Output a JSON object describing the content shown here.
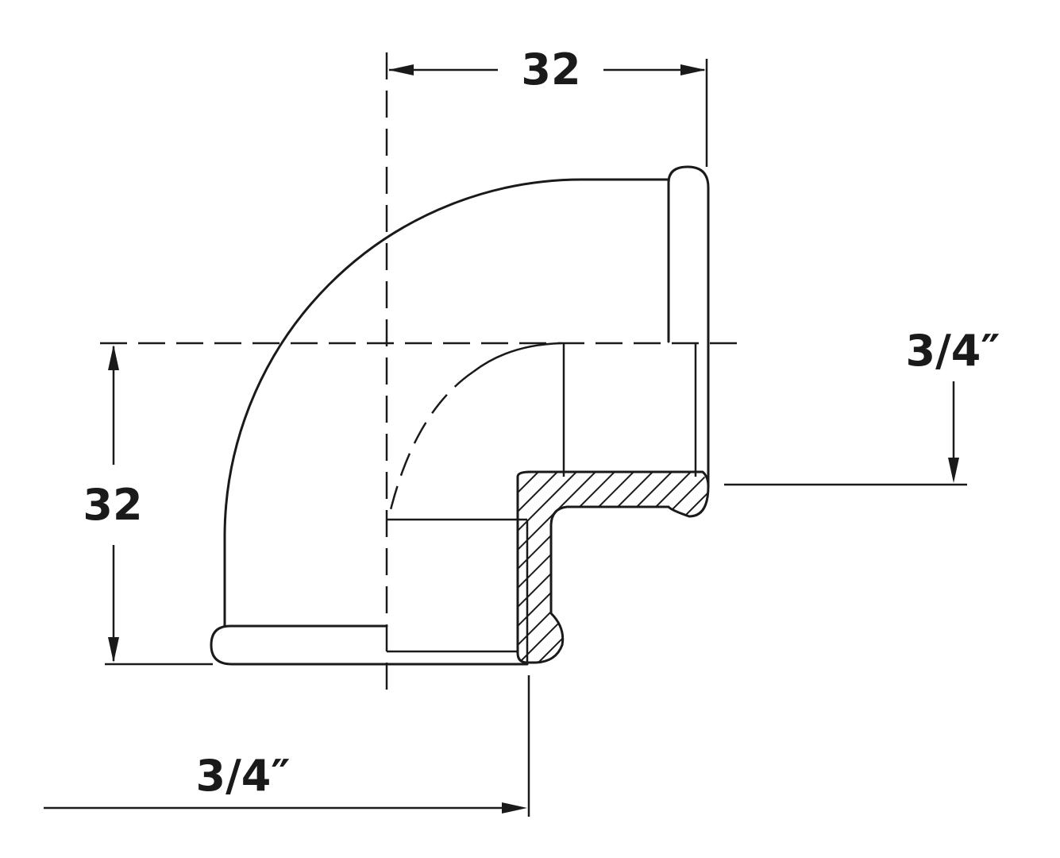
{
  "dimensions": {
    "top_width": "32",
    "left_height": "32",
    "right_thread": "3/4″",
    "bottom_thread": "3/4″"
  },
  "colors": {
    "line": "#1a1a1a",
    "background": "#ffffff"
  }
}
